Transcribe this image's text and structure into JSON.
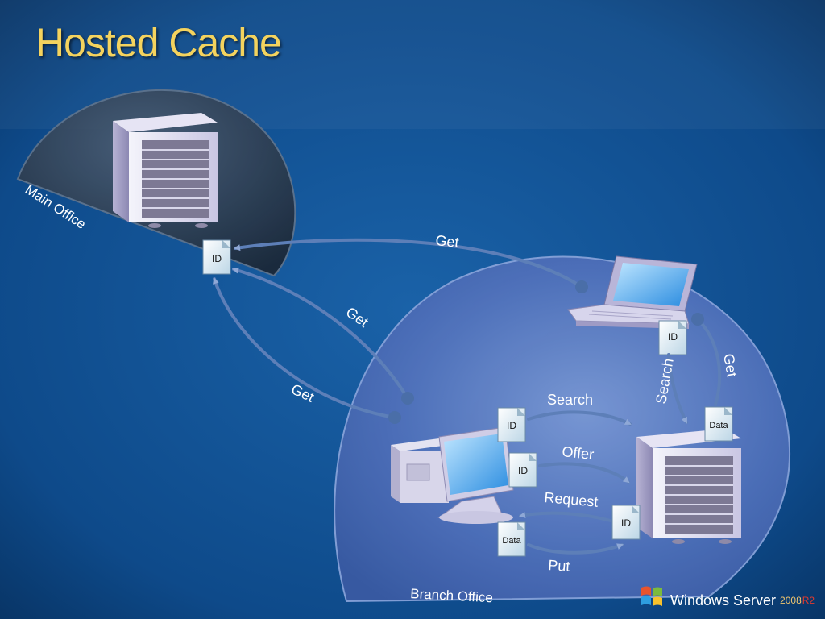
{
  "slide": {
    "title": "Hosted Cache"
  },
  "zones": {
    "main_office": "Main Office",
    "branch_office": "Branch Office"
  },
  "documents": {
    "id": "ID",
    "data": "Data"
  },
  "flows": {
    "laptop_get": "Get",
    "desktop_get_upper": "Get",
    "desktop_get_lower": "Get",
    "laptop_search": "Search",
    "laptop_server_get": "Get",
    "search": "Search",
    "offer": "Offer",
    "request": "Request",
    "put": "Put"
  },
  "branding": {
    "product": "Windows Server",
    "version": "2008",
    "release": "R2"
  },
  "colors": {
    "title": "#f4d35e",
    "background": "#0f4a86",
    "main_office_dome": "#2b3a4e",
    "branch_office_dome": "#4e6fb8",
    "arrow": "#5577aa"
  }
}
